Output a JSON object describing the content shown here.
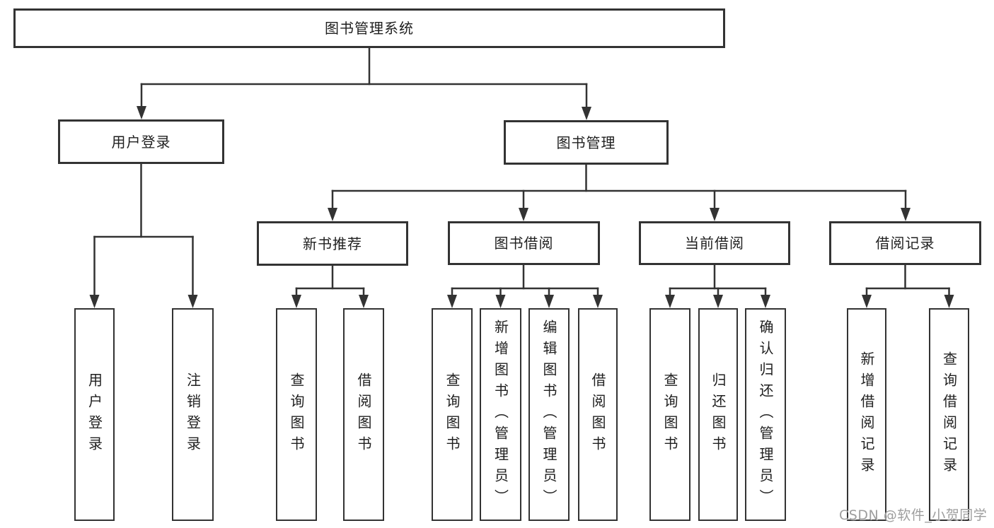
{
  "tree": {
    "root": {
      "label": "图书管理系统"
    },
    "branches": [
      {
        "label": "用户登录",
        "children": [
          {
            "label": "用户登录"
          },
          {
            "label": "注销登录"
          }
        ]
      },
      {
        "label": "图书管理",
        "children": [
          {
            "label": "新书推荐",
            "children": [
              {
                "label": "查询图书"
              },
              {
                "label": "借阅图书"
              }
            ]
          },
          {
            "label": "图书借阅",
            "children": [
              {
                "label": "查询图书"
              },
              {
                "label": "新增图书（管理员）"
              },
              {
                "label": "编辑图书（管理员）"
              },
              {
                "label": "借阅图书"
              }
            ]
          },
          {
            "label": "当前借阅",
            "children": [
              {
                "label": "查询图书"
              },
              {
                "label": "归还图书"
              },
              {
                "label": "确认归还（管理员）"
              }
            ]
          },
          {
            "label": "借阅记录",
            "children": [
              {
                "label": "新增借阅记录"
              },
              {
                "label": "查询借阅记录"
              }
            ]
          }
        ]
      }
    ]
  },
  "watermark": {
    "text": "CSDN @软件_小贺同学"
  },
  "colors": {
    "line": "#333333",
    "box_border": "#333333",
    "text": "#1f1f1f",
    "watermark": "#9e9e9e",
    "background": "#ffffff"
  }
}
